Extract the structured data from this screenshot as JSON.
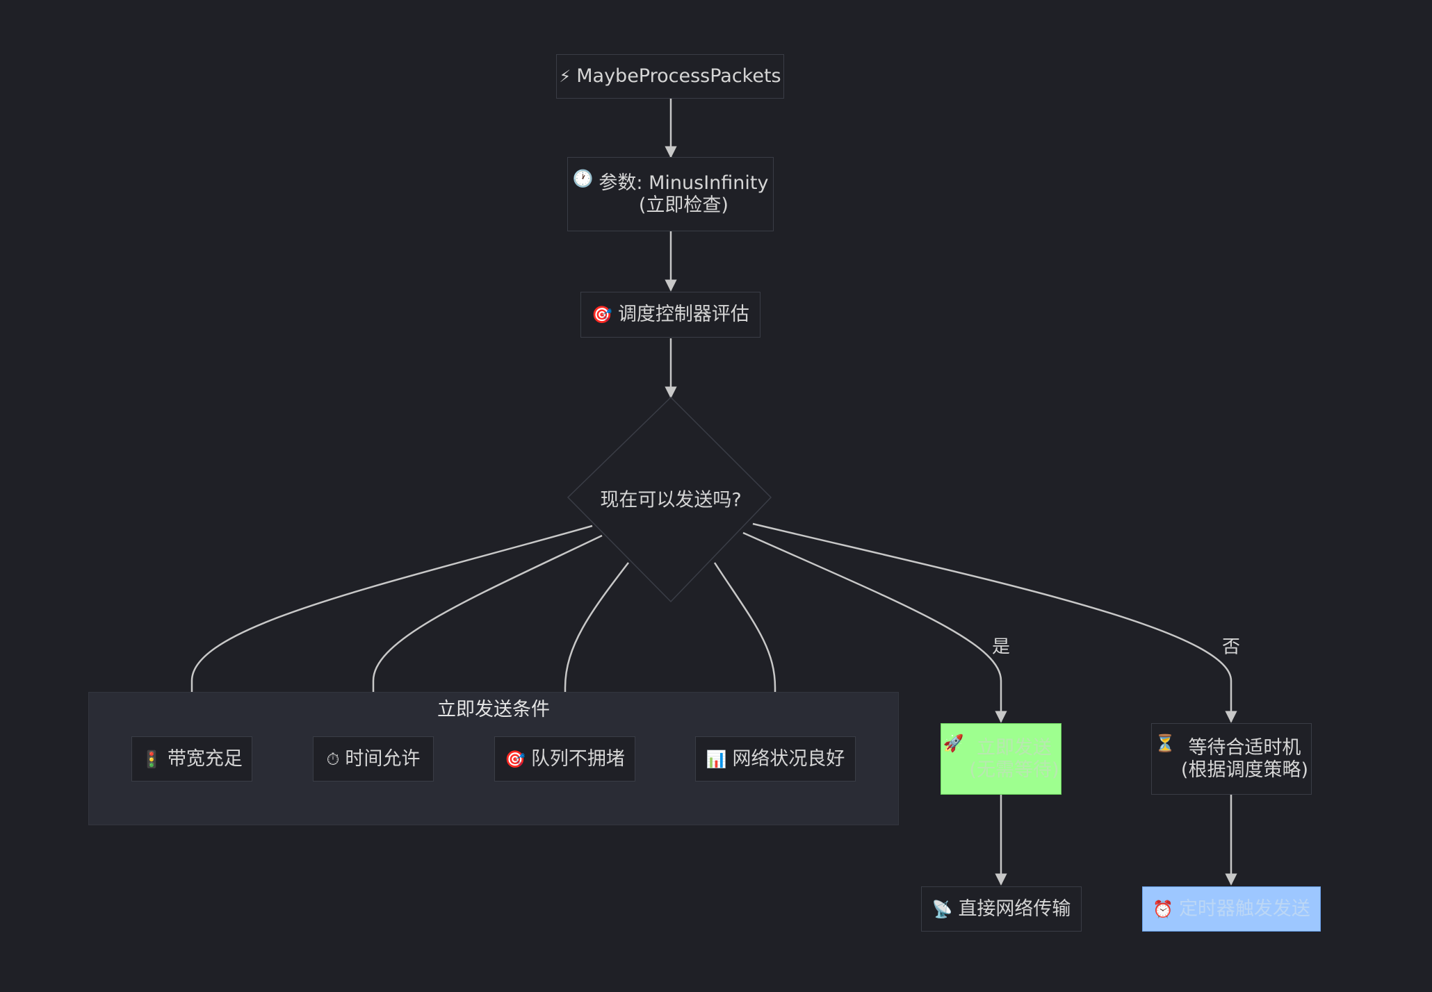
{
  "nodes": {
    "start": {
      "icon": "⚡",
      "label": "MaybeProcessPackets"
    },
    "param": {
      "icon": "🕐",
      "label": "参数: MinusInfinity\n(立即检查)"
    },
    "eval": {
      "icon": "🎯",
      "label": "调度控制器评估"
    },
    "decision": {
      "label": "现在可以发送吗?"
    },
    "send_now": {
      "icon": "🚀",
      "label": "立即发送\n(无需等待)"
    },
    "wait": {
      "icon": "⏳",
      "label": "等待合适时机\n(根据调度策略)"
    },
    "direct": {
      "icon": "📡",
      "label": "直接网络传输"
    },
    "timer": {
      "icon": "⏰",
      "label": "定时器触发发送"
    }
  },
  "cluster": {
    "title": "立即发送条件",
    "items": [
      {
        "icon": "🚦",
        "label": "带宽充足"
      },
      {
        "icon": "⏱",
        "label": "时间允许"
      },
      {
        "icon": "🎯",
        "label": "队列不拥堵"
      },
      {
        "icon": "📊",
        "label": "网络状况良好"
      }
    ]
  },
  "edge_labels": {
    "yes": "是",
    "no": "否"
  },
  "colors": {
    "background": "#1f2026",
    "send_now_fill": "#9eff8f",
    "timer_fill": "#9dc7ff",
    "edge": "#c8c8c8"
  }
}
